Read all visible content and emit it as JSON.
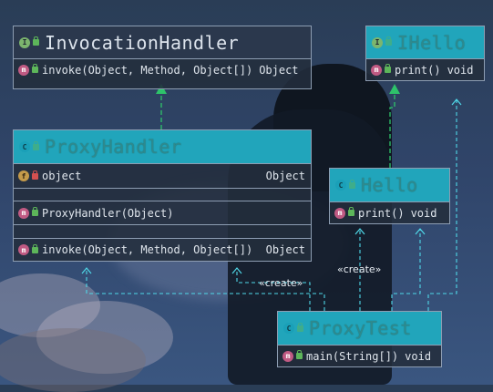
{
  "classes": {
    "invocation_handler": {
      "name": "InvocationHandler",
      "kind_badge": "I",
      "methods": [
        {
          "badge": "m",
          "signature": "invoke(Object, Method, Object[])",
          "type": "Object"
        }
      ]
    },
    "ihello": {
      "name": "IHello",
      "kind_badge": "I",
      "methods": [
        {
          "badge": "m",
          "signature": "print()",
          "type": "void"
        }
      ]
    },
    "proxy_handler": {
      "name": "ProxyHandler",
      "kind_badge": "C",
      "fields": [
        {
          "badge": "f",
          "name": "object",
          "type": "Object"
        }
      ],
      "constructors": [
        {
          "badge": "m",
          "signature": "ProxyHandler(Object)"
        }
      ],
      "methods": [
        {
          "badge": "m",
          "signature": "invoke(Object, Method, Object[])",
          "type": "Object"
        }
      ]
    },
    "hello": {
      "name": "Hello",
      "kind_badge": "C",
      "methods": [
        {
          "badge": "m",
          "signature": "print()",
          "type": "void"
        }
      ]
    },
    "proxy_test": {
      "name": "ProxyTest",
      "kind_badge": "C",
      "methods": [
        {
          "badge": "m",
          "signature": "main(String[])",
          "type": "void"
        }
      ]
    }
  },
  "edge_labels": {
    "create_1": "«create»",
    "create_2": "«create»"
  },
  "colors": {
    "header_cyan": "#21a5bb",
    "realization_arrow": "#2ec36a",
    "dependency_line": "#4fd8e8"
  }
}
